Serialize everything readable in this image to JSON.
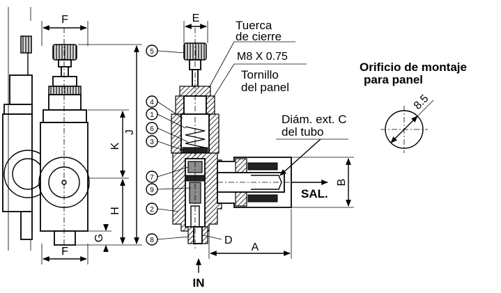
{
  "dimension_labels": {
    "E": "E",
    "F_top": "F",
    "F_bottom": "F",
    "K": "K",
    "J": "J",
    "H": "H",
    "G": "G",
    "A": "A",
    "B": "B",
    "D": "D"
  },
  "callouts": {
    "lock_nut": {
      "line1": "Tuerca",
      "line2": "de cierre"
    },
    "thread": "M8 X 0.75",
    "panel_screw": {
      "line1": "Tornillo",
      "line2": "del panel"
    },
    "tube_od": {
      "line1": "Diám. ext. C",
      "line2": "del tubo"
    }
  },
  "panel_hole": {
    "title_line1": "Orificio de montaje",
    "title_line2": "para panel",
    "diameter": "8.5"
  },
  "ports": {
    "out": "SAL.",
    "in": "IN"
  },
  "part_numbers": [
    "5",
    "4",
    "1",
    "6",
    "3",
    "7",
    "9",
    "2",
    "8"
  ]
}
